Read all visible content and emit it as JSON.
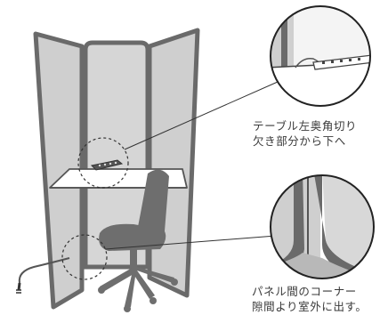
{
  "captions": {
    "desk_corner": {
      "line1": "テーブル左奥角切り",
      "line2": "欠き部分から下へ"
    },
    "panel_gap": {
      "line1": "パネル間のコーナー",
      "line2": "隙間より室外に出す。"
    }
  },
  "colors": {
    "panel_fill": "#cfcfcf",
    "panel_frame": "#6a6a6a",
    "chair": "#6e6e6e",
    "desk_top": "#ffffff",
    "line": "#333333"
  }
}
